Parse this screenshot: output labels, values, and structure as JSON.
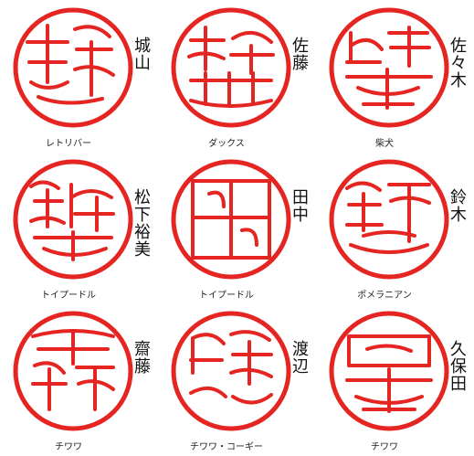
{
  "stamp_color": "#e52521",
  "seals": [
    {
      "name": "城山",
      "breed": "レトリバー",
      "icon": "retriever-seal-icon"
    },
    {
      "name": "佐藤",
      "breed": "ダックス",
      "icon": "dachshund-seal-icon"
    },
    {
      "name": "佐々木",
      "breed": "柴犬",
      "icon": "shiba-seal-icon"
    },
    {
      "name": "松下裕美",
      "breed": "トイプードル",
      "icon": "toy-poodle-seal-icon"
    },
    {
      "name": "田中",
      "breed": "トイプードル",
      "icon": "toy-poodle-seal-icon"
    },
    {
      "name": "鈴木",
      "breed": "ポメラニアン",
      "icon": "pomeranian-seal-icon"
    },
    {
      "name": "齋藤",
      "breed": "チワワ",
      "icon": "chihuahua-seal-icon"
    },
    {
      "name": "渡辺",
      "breed": "チワワ・コーギー",
      "icon": "chihuahua-corgi-seal-icon"
    },
    {
      "name": "久保田",
      "breed": "チワワ",
      "icon": "chihuahua-seal-icon"
    }
  ]
}
